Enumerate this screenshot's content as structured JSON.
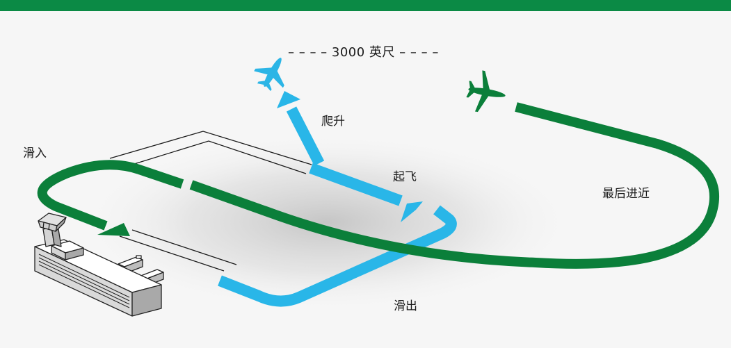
{
  "colors": {
    "header_bar": "#0b8a45",
    "departure_path": "#29b6e8",
    "arrival_path": "#0b7f3a",
    "departing_aircraft": "#2bb5e6",
    "arriving_aircraft": "#0b7f3a",
    "background": "#f6f6f6"
  },
  "labels": {
    "altitude_dash_left": "– – – –",
    "altitude": "3000 英尺",
    "altitude_dash_right": "– – – –",
    "climb": "爬升",
    "taxi_in": "滑入",
    "takeoff": "起飞",
    "final_approach": "最后进近",
    "taxi_out": "滑出"
  },
  "icons": {
    "departing_plane": "airplane-icon",
    "arriving_plane": "airplane-icon",
    "terminal": "airport-terminal-icon"
  }
}
